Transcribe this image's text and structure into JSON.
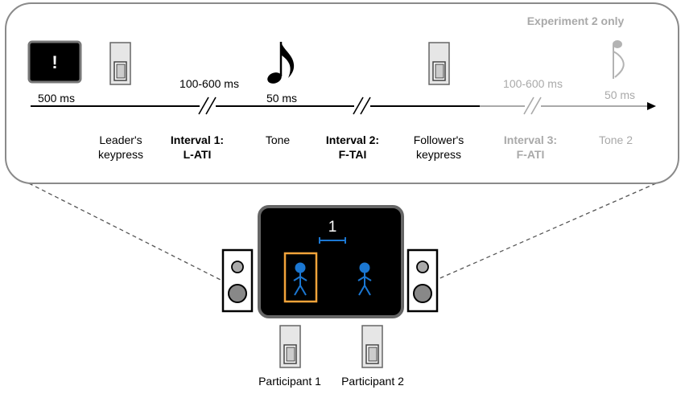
{
  "timeline": {
    "experiment2_label": "Experiment 2 only",
    "warning_symbol": "!",
    "cue_duration": "500 ms",
    "interval1_range": "100-600 ms",
    "tone_duration": "50 ms",
    "interval3_range": "100-600 ms",
    "tone2_duration": "50 ms",
    "events": {
      "leader_line1": "Leader's",
      "leader_line2": "keypress",
      "interval1_line1": "Interval 1:",
      "interval1_line2": "L-ATI",
      "tone": "Tone",
      "interval2_line1": "Interval 2:",
      "interval2_line2": "F-TAI",
      "follower_line1": "Follower's",
      "follower_line2": "keypress",
      "interval3_line1": "Interval 3:",
      "interval3_line2": "F-ATI",
      "tone2": "Tone 2"
    },
    "icons": [
      "warning-screen-icon",
      "keypress-button-icon",
      "music-note-icon",
      "broken-axis-icon"
    ]
  },
  "setup": {
    "leader_number": "1",
    "participant1_label": "Participant 1",
    "participant2_label": "Participant 2",
    "icons": [
      "speaker-icon",
      "stick-figure-icon",
      "keypress-button-icon"
    ]
  },
  "colors": {
    "figure_blue": "#1b77d2",
    "highlight_orange": "#f2a33a",
    "faded_gray": "#a9a9a9",
    "monitor_black": "#000000"
  }
}
